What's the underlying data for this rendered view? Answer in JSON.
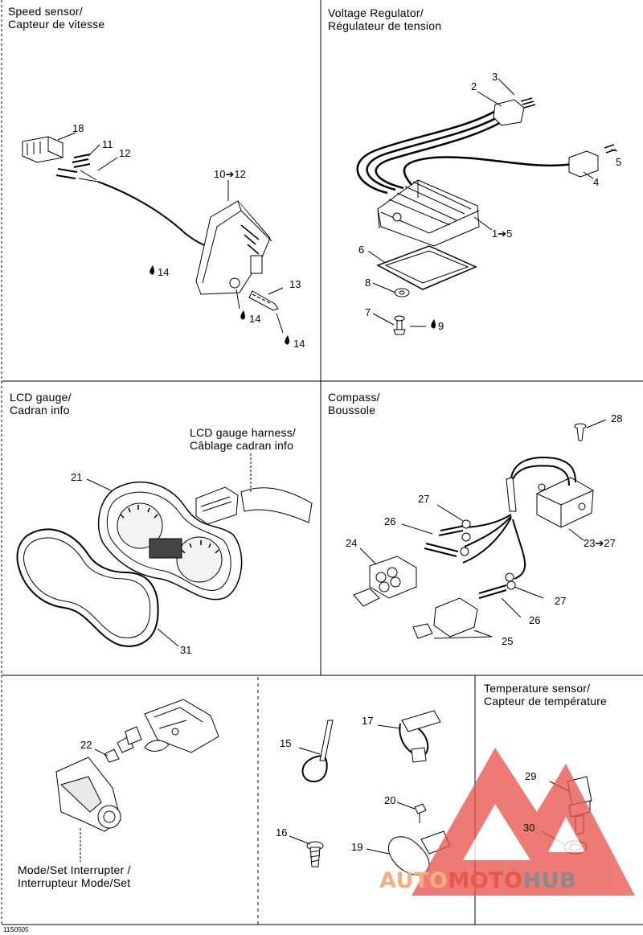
{
  "panels": {
    "speed_sensor": {
      "title_en": "Speed sensor/",
      "title_fr": "Capteur de vitesse"
    },
    "voltage_regulator": {
      "title_en": "Voltage Regulator/",
      "title_fr": "Régulateur de tension"
    },
    "lcd_gauge": {
      "title_en": "LCD gauge/",
      "title_fr": "Cadran info",
      "harness_en": "LCD gauge harness/",
      "harness_fr": "Câblage cadran info"
    },
    "compass": {
      "title_en": "Compass/",
      "title_fr": "Boussole"
    },
    "temperature_sensor": {
      "title_en": "Temperature sensor/",
      "title_fr": "Capteur de température"
    },
    "mode_set": {
      "title_en": "Mode/Set Interrupter /",
      "title_fr": "Interrupteur Mode/Set"
    }
  },
  "callouts": {
    "c18": "18",
    "c11": "11",
    "c12": "12",
    "c10_12": "10➔12",
    "c14a": "14",
    "c13": "13",
    "c14b": "14",
    "c14c": "14",
    "c3": "3",
    "c2": "2",
    "c5": "5",
    "c4": "4",
    "c1_5": "1➔5",
    "c6": "6",
    "c8": "8",
    "c7": "7",
    "c9": "9",
    "c21": "21",
    "c31": "31",
    "c28": "28",
    "c27a": "27",
    "c26a": "26",
    "c24": "24",
    "c23_27": "23➔27",
    "c27b": "27",
    "c26b": "26",
    "c25": "25",
    "c22": "22",
    "c15": "15",
    "c17": "17",
    "c20": "20",
    "c16": "16",
    "c19": "19",
    "c29": "29",
    "c30": "30"
  },
  "doc_code": "11S0505",
  "watermark": {
    "part1": "AUTO",
    "part2": "MOTO",
    "part3": "HUB",
    "color_orange": "#f5b07a",
    "color_red": "#e8564f",
    "color_gray": "#8a8a8a"
  }
}
